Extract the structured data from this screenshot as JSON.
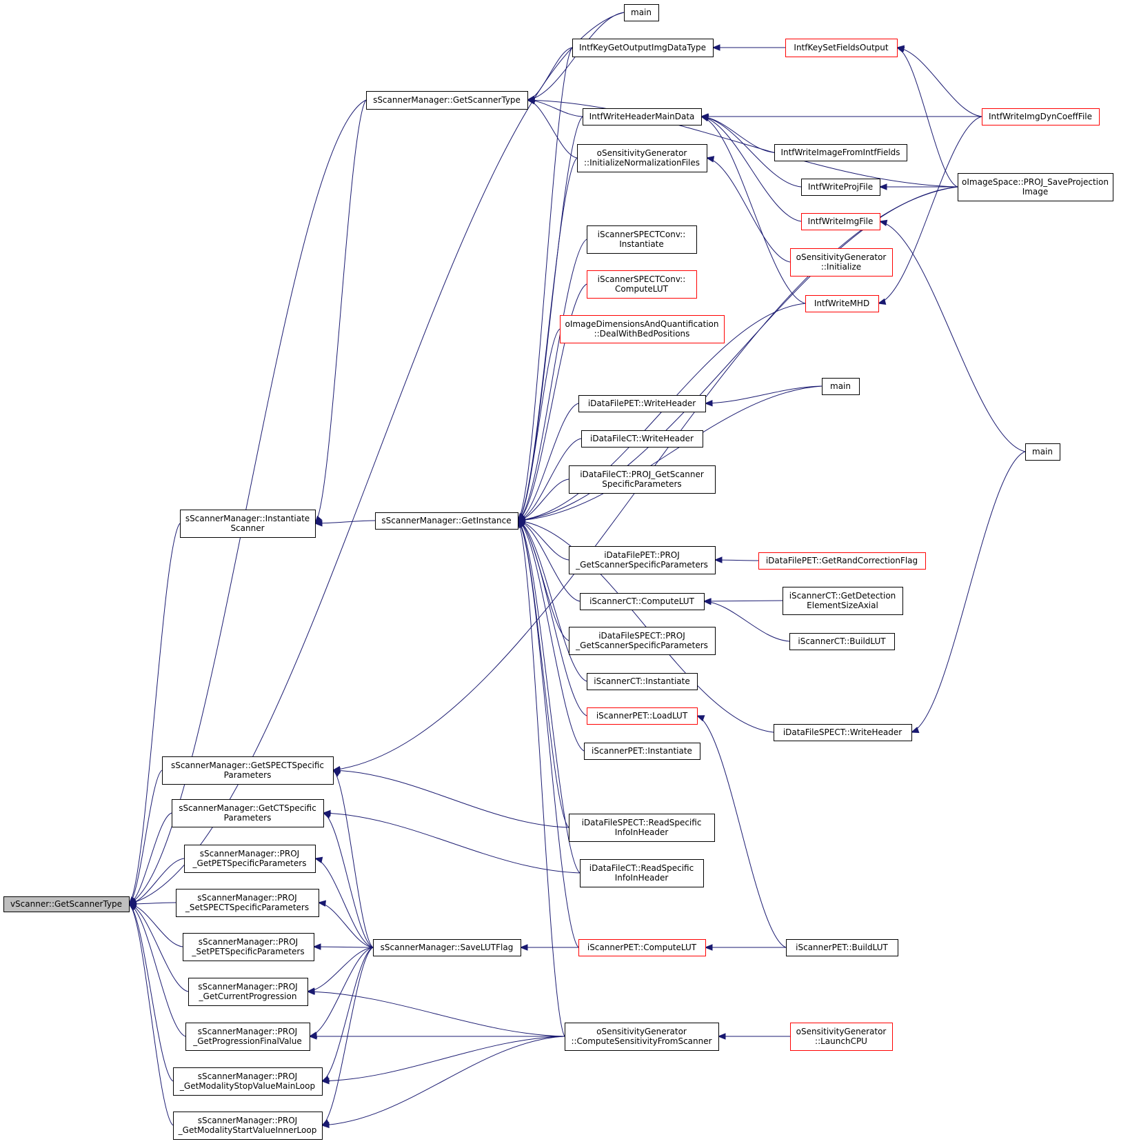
{
  "graph": {
    "edge_color": "#191970",
    "root_fill": "#bfbfbf",
    "red_border": "#ff0000",
    "nodes": [
      {
        "id": "root",
        "lines": [
          "vScanner::GetScannerType"
        ],
        "style": "root"
      },
      {
        "id": "getScannerType",
        "lines": [
          "sScannerManager::GetScannerType"
        ],
        "style": "normal"
      },
      {
        "id": "main1",
        "lines": [
          "main"
        ],
        "style": "normal"
      },
      {
        "id": "keyGetOutput",
        "lines": [
          "IntfKeyGetOutputImgDataType"
        ],
        "style": "normal"
      },
      {
        "id": "keySetFields",
        "lines": [
          "IntfKeySetFieldsOutput"
        ],
        "style": "red"
      },
      {
        "id": "writeHeaderMain",
        "lines": [
          "IntfWriteHeaderMainData"
        ],
        "style": "normal"
      },
      {
        "id": "writeImgDyn",
        "lines": [
          "IntfWriteImgDynCoeffFile"
        ],
        "style": "red"
      },
      {
        "id": "initNormFiles",
        "lines": [
          "oSensitivityGenerator",
          "::InitializeNormalizationFiles"
        ],
        "style": "normal"
      },
      {
        "id": "writeImageFromFields",
        "lines": [
          "IntfWriteImageFromIntfFields"
        ],
        "style": "normal"
      },
      {
        "id": "writeProjFile",
        "lines": [
          "IntfWriteProjFile"
        ],
        "style": "normal"
      },
      {
        "id": "saveProjImage",
        "lines": [
          "oImageSpace::PROJ_SaveProjection",
          "Image"
        ],
        "style": "normal"
      },
      {
        "id": "writeImgFile",
        "lines": [
          "IntfWriteImgFile"
        ],
        "style": "red"
      },
      {
        "id": "sensInit",
        "lines": [
          "oSensitivityGenerator",
          "::Initialize"
        ],
        "style": "red"
      },
      {
        "id": "spectConvInst",
        "lines": [
          "iScannerSPECTConv::",
          "Instantiate"
        ],
        "style": "normal"
      },
      {
        "id": "spectConvLUT",
        "lines": [
          "iScannerSPECTConv::",
          "ComputeLUT"
        ],
        "style": "red"
      },
      {
        "id": "writeMHD",
        "lines": [
          "IntfWriteMHD"
        ],
        "style": "red"
      },
      {
        "id": "dealBed",
        "lines": [
          "oImageDimensionsAndQuantification",
          "::DealWithBedPositions"
        ],
        "style": "red"
      },
      {
        "id": "main2",
        "lines": [
          "main"
        ],
        "style": "normal"
      },
      {
        "id": "petWriteHeader",
        "lines": [
          "iDataFilePET::WriteHeader"
        ],
        "style": "normal"
      },
      {
        "id": "ctWriteHeader",
        "lines": [
          "iDataFileCT::WriteHeader"
        ],
        "style": "normal"
      },
      {
        "id": "main3",
        "lines": [
          "main"
        ],
        "style": "normal"
      },
      {
        "id": "ctGetScannerSpec",
        "lines": [
          "iDataFileCT::PROJ_GetScanner",
          "SpecificParameters"
        ],
        "style": "normal"
      },
      {
        "id": "instScanner",
        "lines": [
          "sScannerManager::Instantiate",
          "Scanner"
        ],
        "style": "normal"
      },
      {
        "id": "getInstance",
        "lines": [
          "sScannerManager::GetInstance"
        ],
        "style": "normal"
      },
      {
        "id": "petGetScannerSpec",
        "lines": [
          "iDataFilePET::PROJ",
          "_GetScannerSpecificParameters"
        ],
        "style": "normal"
      },
      {
        "id": "getRandCorr",
        "lines": [
          "iDataFilePET::GetRandCorrectionFlag"
        ],
        "style": "red"
      },
      {
        "id": "ctComputeLUT",
        "lines": [
          "iScannerCT::ComputeLUT"
        ],
        "style": "normal"
      },
      {
        "id": "getDetElem",
        "lines": [
          "iScannerCT::GetDetection",
          "ElementSizeAxial"
        ],
        "style": "normal"
      },
      {
        "id": "spectGetScannerSpec",
        "lines": [
          "iDataFileSPECT::PROJ",
          "_GetScannerSpecificParameters"
        ],
        "style": "normal"
      },
      {
        "id": "ctBuildLUT",
        "lines": [
          "iScannerCT::BuildLUT"
        ],
        "style": "normal"
      },
      {
        "id": "ctInstantiate",
        "lines": [
          "iScannerCT::Instantiate"
        ],
        "style": "normal"
      },
      {
        "id": "petLoadLUT",
        "lines": [
          "iScannerPET::LoadLUT"
        ],
        "style": "red"
      },
      {
        "id": "spectWriteHeader",
        "lines": [
          "iDataFileSPECT::WriteHeader"
        ],
        "style": "normal"
      },
      {
        "id": "petInstantiate",
        "lines": [
          "iScannerPET::Instantiate"
        ],
        "style": "normal"
      },
      {
        "id": "getSPECTSpec",
        "lines": [
          "sScannerManager::GetSPECTSpecific",
          "Parameters"
        ],
        "style": "normal"
      },
      {
        "id": "getCTSpec",
        "lines": [
          "sScannerManager::GetCTSpecific",
          "Parameters"
        ],
        "style": "normal"
      },
      {
        "id": "spectReadSpec",
        "lines": [
          "iDataFileSPECT::ReadSpecific",
          "InfoInHeader"
        ],
        "style": "normal"
      },
      {
        "id": "ctReadSpec",
        "lines": [
          "iDataFileCT::ReadSpecific",
          "InfoInHeader"
        ],
        "style": "normal"
      },
      {
        "id": "projGetPET",
        "lines": [
          "sScannerManager::PROJ",
          "_GetPETSpecificParameters"
        ],
        "style": "normal"
      },
      {
        "id": "projSetSPECT",
        "lines": [
          "sScannerManager::PROJ",
          "_SetSPECTSpecificParameters"
        ],
        "style": "normal"
      },
      {
        "id": "projSetPET",
        "lines": [
          "sScannerManager::PROJ",
          "_SetPETSpecificParameters"
        ],
        "style": "normal"
      },
      {
        "id": "saveLUT",
        "lines": [
          "sScannerManager::SaveLUTFlag"
        ],
        "style": "normal"
      },
      {
        "id": "petComputeLUT",
        "lines": [
          "iScannerPET::ComputeLUT"
        ],
        "style": "red"
      },
      {
        "id": "petBuildLUT",
        "lines": [
          "iScannerPET::BuildLUT"
        ],
        "style": "normal"
      },
      {
        "id": "projCurProg",
        "lines": [
          "sScannerManager::PROJ",
          "_GetCurrentProgression"
        ],
        "style": "normal"
      },
      {
        "id": "projProgFinal",
        "lines": [
          "sScannerManager::PROJ",
          "_GetProgressionFinalValue"
        ],
        "style": "normal"
      },
      {
        "id": "computeSens",
        "lines": [
          "oSensitivityGenerator",
          "::ComputeSensitivityFromScanner"
        ],
        "style": "normal"
      },
      {
        "id": "launchCPU",
        "lines": [
          "oSensitivityGenerator",
          "::LaunchCPU"
        ],
        "style": "red"
      },
      {
        "id": "projStopMain",
        "lines": [
          "sScannerManager::PROJ",
          "_GetModalityStopValueMainLoop"
        ],
        "style": "normal"
      },
      {
        "id": "projStartInner",
        "lines": [
          "sScannerManager::PROJ",
          "_GetModalityStartValueInnerLoop"
        ],
        "style": "normal"
      }
    ],
    "edges": [
      [
        "root",
        "getScannerType"
      ],
      [
        "root",
        "instScanner"
      ],
      [
        "root",
        "getSPECTSpec"
      ],
      [
        "root",
        "getCTSpec"
      ],
      [
        "root",
        "projGetPET"
      ],
      [
        "root",
        "projSetSPECT"
      ],
      [
        "root",
        "projSetPET"
      ],
      [
        "root",
        "projCurProg"
      ],
      [
        "root",
        "projProgFinal"
      ],
      [
        "root",
        "projStopMain"
      ],
      [
        "root",
        "projStartInner"
      ],
      [
        "root",
        "main1"
      ],
      [
        "getScannerType",
        "main1"
      ],
      [
        "getScannerType",
        "keyGetOutput"
      ],
      [
        "getScannerType",
        "writeHeaderMain"
      ],
      [
        "getScannerType",
        "initNormFiles"
      ],
      [
        "getScannerType",
        "saveProjImage"
      ],
      [
        "keyGetOutput",
        "keySetFields"
      ],
      [
        "keySetFields",
        "writeImgDyn"
      ],
      [
        "keySetFields",
        "saveProjImage"
      ],
      [
        "writeHeaderMain",
        "writeImgDyn"
      ],
      [
        "writeHeaderMain",
        "writeImageFromFields"
      ],
      [
        "writeHeaderMain",
        "writeProjFile"
      ],
      [
        "writeHeaderMain",
        "writeImgFile"
      ],
      [
        "writeHeaderMain",
        "writeMHD"
      ],
      [
        "writeProjFile",
        "saveProjImage"
      ],
      [
        "writeImgFile",
        "main3"
      ],
      [
        "writeMHD",
        "writeImgDyn"
      ],
      [
        "initNormFiles",
        "sensInit"
      ],
      [
        "instScanner",
        "getInstance"
      ],
      [
        "instScanner",
        "getScannerType"
      ],
      [
        "getInstance",
        "keyGetOutput"
      ],
      [
        "getInstance",
        "writeHeaderMain"
      ],
      [
        "getInstance",
        "initNormFiles"
      ],
      [
        "getInstance",
        "writeMHD"
      ],
      [
        "getInstance",
        "spectConvInst"
      ],
      [
        "getInstance",
        "spectConvLUT"
      ],
      [
        "getInstance",
        "dealBed"
      ],
      [
        "getInstance",
        "main2"
      ],
      [
        "getInstance",
        "petWriteHeader"
      ],
      [
        "getInstance",
        "ctWriteHeader"
      ],
      [
        "getInstance",
        "ctGetScannerSpec"
      ],
      [
        "getInstance",
        "saveProjImage"
      ],
      [
        "getInstance",
        "petGetScannerSpec"
      ],
      [
        "getInstance",
        "ctComputeLUT"
      ],
      [
        "getInstance",
        "spectGetScannerSpec"
      ],
      [
        "getInstance",
        "ctInstantiate"
      ],
      [
        "getInstance",
        "petLoadLUT"
      ],
      [
        "getInstance",
        "petInstantiate"
      ],
      [
        "getInstance",
        "spectWriteHeader"
      ],
      [
        "getInstance",
        "spectReadSpec"
      ],
      [
        "getInstance",
        "ctReadSpec"
      ],
      [
        "getInstance",
        "petComputeLUT"
      ],
      [
        "getInstance",
        "computeSens"
      ],
      [
        "petWriteHeader",
        "main2"
      ],
      [
        "petGetScannerSpec",
        "getRandCorr"
      ],
      [
        "ctComputeLUT",
        "getDetElem"
      ],
      [
        "ctComputeLUT",
        "ctBuildLUT"
      ],
      [
        "petLoadLUT",
        "petBuildLUT"
      ],
      [
        "spectWriteHeader",
        "main3"
      ],
      [
        "getSPECTSpec",
        "spectReadSpec"
      ],
      [
        "getSPECTSpec",
        "saveProjImage"
      ],
      [
        "getSPECTSpec",
        "saveLUT"
      ],
      [
        "getCTSpec",
        "ctReadSpec"
      ],
      [
        "getCTSpec",
        "saveLUT"
      ],
      [
        "projGetPET",
        "saveLUT"
      ],
      [
        "projSetSPECT",
        "saveLUT"
      ],
      [
        "projSetPET",
        "saveLUT"
      ],
      [
        "saveLUT",
        "petComputeLUT"
      ],
      [
        "petComputeLUT",
        "petBuildLUT"
      ],
      [
        "projCurProg",
        "saveLUT"
      ],
      [
        "projCurProg",
        "computeSens"
      ],
      [
        "projProgFinal",
        "saveLUT"
      ],
      [
        "projProgFinal",
        "computeSens"
      ],
      [
        "projStopMain",
        "saveLUT"
      ],
      [
        "projStopMain",
        "computeSens"
      ],
      [
        "projStartInner",
        "saveLUT"
      ],
      [
        "projStartInner",
        "computeSens"
      ],
      [
        "computeSens",
        "launchCPU"
      ]
    ]
  }
}
